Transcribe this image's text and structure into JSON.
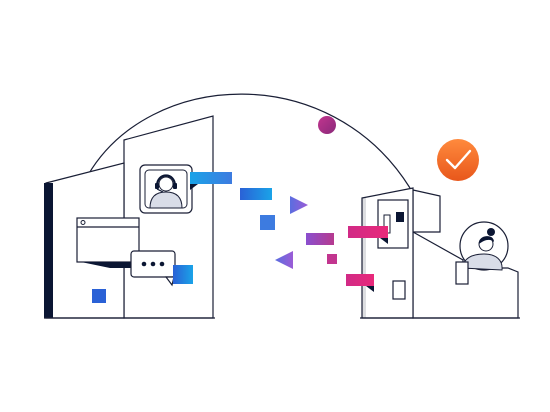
{
  "colors": {
    "ink": "#0b1633",
    "outline": "#1a1f36",
    "paper": "#ffffff",
    "pale": "#f1f3f8",
    "avatar_fill": "#d9dde8",
    "cyan": "#1aa3e8",
    "blue": "#2a61d6",
    "mid_blue": "#3d7be0",
    "purple": "#8a4fcf",
    "violet": "#9b5bd6",
    "magenta": "#b63a8e",
    "pink": "#e8297a",
    "orange_top": "#ff8a3d",
    "orange_bottom": "#e8571b",
    "check": "#ffffff"
  },
  "elements": {
    "left_building": "building",
    "right_building": "building",
    "arc": "connection-arc",
    "arc_node": "circle-node",
    "agent_avatar": "headset-agent",
    "customer_avatar": "person",
    "browser_window": "browser",
    "chat_bubble": "ellipsis-chat",
    "success_badge": "checkmark"
  }
}
